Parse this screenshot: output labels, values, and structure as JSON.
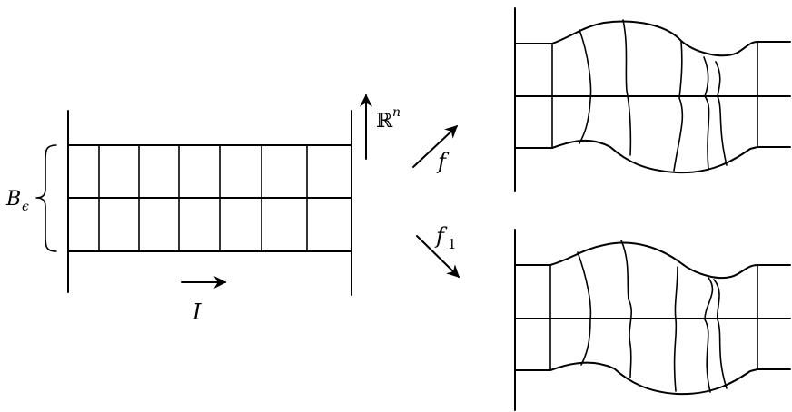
{
  "labels": {
    "ball": "B",
    "ball_sub": "ϵ",
    "interval": "I",
    "space": "ℝ",
    "space_sup": "n",
    "map_f": "f",
    "map_f1": "f",
    "map_f1_sub": "1"
  },
  "colors": {
    "ink": "#000000",
    "background": "#ffffff"
  },
  "icons": {
    "interval_arrow": "right-arrow-icon",
    "space_arrow": "up-arrow-icon",
    "f_arrow": "up-right-arrow-icon",
    "f1_arrow": "down-right-arrow-icon"
  }
}
